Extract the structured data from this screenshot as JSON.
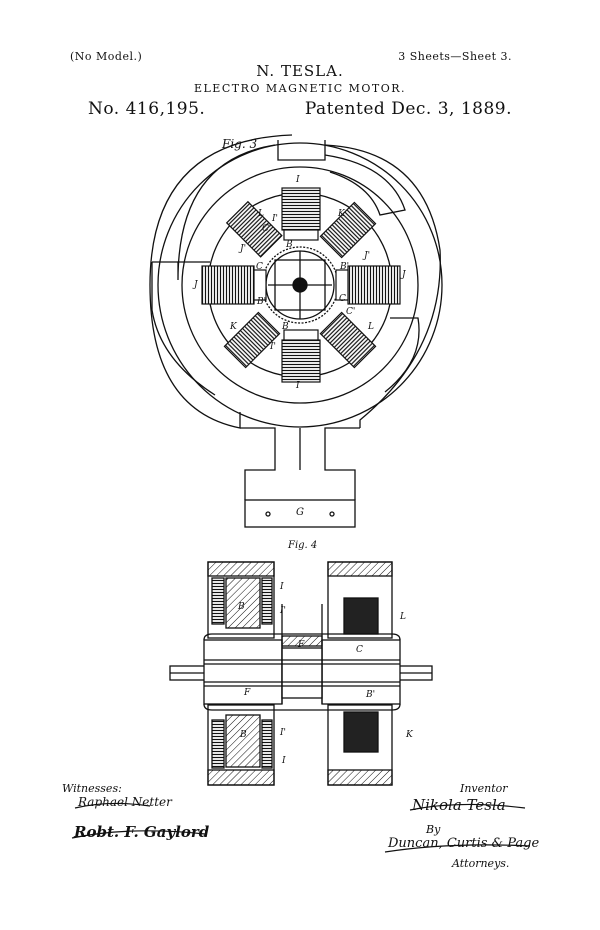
{
  "header": {
    "model_note": "(No Model.)",
    "sheets": "3 Sheets—Sheet 3.",
    "inventor_name": "N. TESLA.",
    "title": "ELECTRO MAGNETIC MOTOR.",
    "patent_number": "No. 416,195.",
    "patent_date": "Patented Dec. 3, 1889."
  },
  "figures": {
    "fig3": {
      "caption": "Fig. 3",
      "labels": {
        "I": "I",
        "I_prime": "I'",
        "C_prime": "C'",
        "B": "B",
        "L": "L",
        "K": "K",
        "J": "J",
        "J_prime": "J'",
        "C": "C",
        "B_prime": "B'",
        "G": "G"
      }
    },
    "fig4": {
      "caption": "Fig. 4",
      "labels": {
        "I": "I",
        "I_prime": "I'",
        "B": "B",
        "L": "L",
        "F": "F",
        "C": "C",
        "B_prime": "B'",
        "K": "K"
      }
    }
  },
  "signatures": {
    "witnesses_label": "Witnesses:",
    "witness_1": "Raphael Netter",
    "witness_2": "Robt. F. Gaylord",
    "inventor_label": "Inventor",
    "inventor_signature": "Nikola Tesla",
    "by_label": "By",
    "attorneys_firm": "Duncan, Curtis & Page",
    "attorneys_label": "Attorneys."
  }
}
